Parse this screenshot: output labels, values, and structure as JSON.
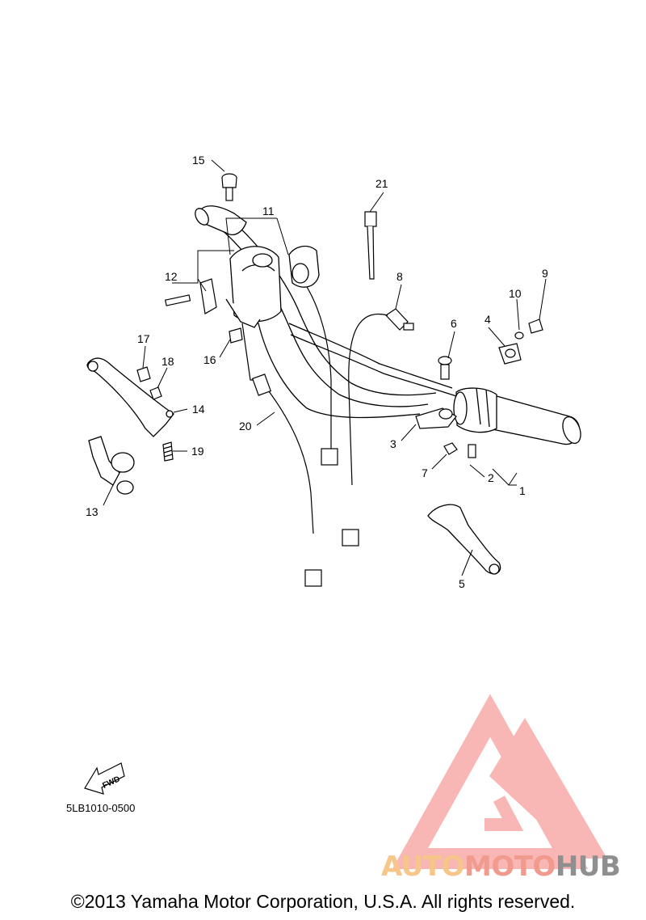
{
  "diagram": {
    "part_code": "5LB1010-0500",
    "fwd_label": "FWD",
    "callouts": [
      "1",
      "2",
      "3",
      "4",
      "5",
      "6",
      "7",
      "8",
      "9",
      "10",
      "11",
      "12",
      "13",
      "14",
      "15",
      "16",
      "17",
      "18",
      "19",
      "20",
      "21"
    ]
  },
  "watermark": {
    "brand_part1": "AUTO",
    "brand_part2": "MOTO",
    "brand_part3": "HUB",
    "colors": {
      "auto": "#f6c68a",
      "moto": "#f19a8e",
      "hub": "#8f8f8f",
      "triangle": "#f79a96"
    }
  },
  "footer": {
    "copyright": "©2013 Yamaha Motor Corporation, U.S.A. All rights reserved."
  }
}
